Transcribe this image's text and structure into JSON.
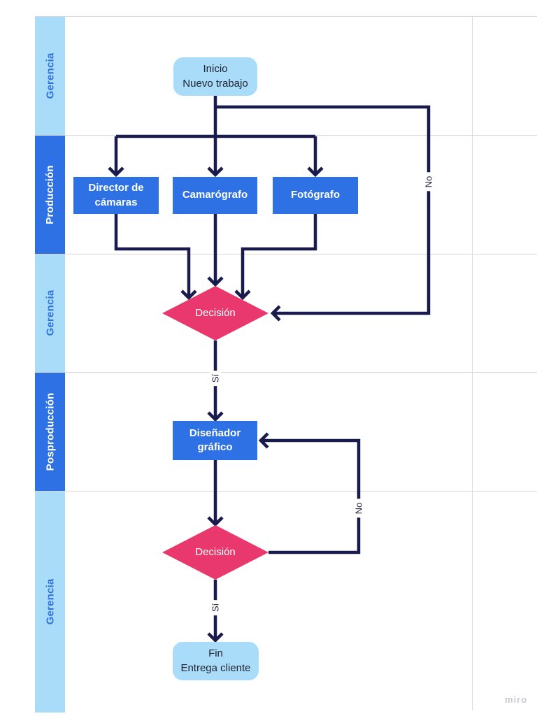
{
  "watermark": "miro",
  "lanes": [
    {
      "label": "Gerencia",
      "style": "light"
    },
    {
      "label": "Producción",
      "style": "dark"
    },
    {
      "label": "Gerencia",
      "style": "light"
    },
    {
      "label": "Posproducción",
      "style": "dark"
    },
    {
      "label": "Gerencia",
      "style": "light"
    }
  ],
  "nodes": {
    "start": {
      "shape": "terminator",
      "label": "Inicio\nNuevo trabajo"
    },
    "director": {
      "shape": "process",
      "label": "Director de\ncámaras"
    },
    "camera": {
      "shape": "process",
      "label": "Camarógrafo"
    },
    "photo": {
      "shape": "process",
      "label": "Fotógrafo"
    },
    "decision1": {
      "shape": "decision",
      "label": "Decisión"
    },
    "designer": {
      "shape": "process",
      "label": "Diseñador\ngráfico"
    },
    "decision2": {
      "shape": "decision",
      "label": "Decisión"
    },
    "end": {
      "shape": "terminator",
      "label": "Fin\nEntrega cliente"
    }
  },
  "edge_labels": {
    "no1": "No",
    "si1": "Sí",
    "no2": "No",
    "si2": "Sí"
  },
  "colors": {
    "lane_light": "#A8DCF8",
    "lane_dark": "#2E71E5",
    "process_fill": "#2E71E5",
    "terminator_fill": "#A8DCF8",
    "decision_fill": "#E8386E",
    "connector": "#1A1B4D",
    "grid_line": "#D8D8D8",
    "lane_light_text": "#2E74D9",
    "dark_text": "#212434",
    "watermark_text": "#C8CAD0"
  }
}
